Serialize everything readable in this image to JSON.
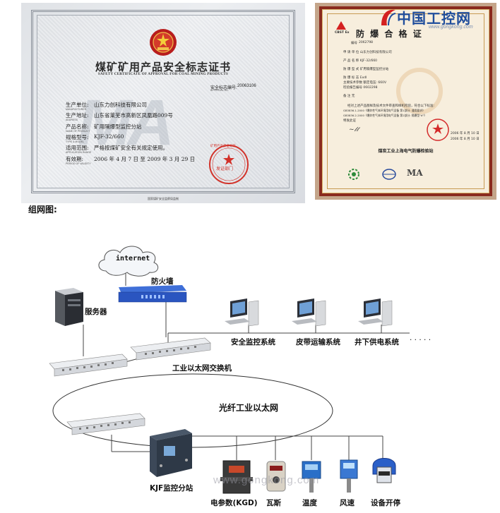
{
  "cert1": {
    "title": "煤矿矿用产品安全标志证书",
    "subtitle": "SAFETY CERTIFICATE OF APPROVAL FOR COAL MINING PRODUCTS",
    "number_label": "安全标志编号:",
    "number_label_en": "APPROVAL NO.",
    "number": "20063106",
    "manufacturer_label": "生产单位:",
    "manufacturer_label_en": "MANUFACTURER",
    "manufacturer": "山东力创科技有限公司",
    "address_label": "生产地址:",
    "address_label_en": "ADDRESS",
    "address": "山东省莱芜市高新区凤凰路009号",
    "product_label": "产品名称:",
    "product_label_en": "NAME OF PRODUCT",
    "product": "矿用隔爆型监控分站",
    "model_label": "规格型号:",
    "model_label_en": "TYPE & MODEL",
    "model": "KJF-32/660",
    "scope_label": "适用范围:",
    "scope_label_en": "APPLICATION RANGE",
    "scope": "严格按煤矿安全有关规定使用。",
    "validity_label": "有效期:",
    "validity_label_en": "PERIOD OF VALIDITY",
    "validity": "2006 年 4 月 7 日 至 2009 年 3 月 29 日",
    "seal_arc": "矿用产品安全标志",
    "seal_center": "发证部门",
    "footer": "国家煤矿安全监察局监制"
  },
  "cert2": {
    "badge": "CBST Ex",
    "title": "防 爆 合 格 证",
    "number_label": "编号",
    "number": "2062798",
    "lines": [
      "申 请 单 位    山东力创科技有限公司",
      "产 品 名 称    KJF-32/660",
      "防 爆 型 式    矿用隔爆型监控分站",
      "防 爆 标 志    ExdI",
      "主要技术参数    额定电压: 660V",
      "检验报告编号    0602298",
      "备        注    无"
    ],
    "body": [
      "经对上述产品图样及技术文件审查和样机检验，符合以下标准:",
      "GB3836.1-2000《爆炸性气体环境用电气设备 第1部分: 通用要求》",
      "GB3836.2-2000《爆炸性气体环境用电气设备 第2部分: 隔爆型\"d\"》",
      "特发此证"
    ],
    "date1": "2006 年 8 月 10 日",
    "date2": "2006 年 8 月 10 日",
    "signer": "煤炭工业上海电气防爆检验站"
  },
  "logo": {
    "text": "中国工控网",
    "url": "www.gongkong.com"
  },
  "diagram": {
    "heading": "组网图:",
    "internet": "internet",
    "firewall": "防火墙",
    "server": "服务器",
    "switch": "工业以太网交换机",
    "ring": "光纤工业以太网",
    "systems": [
      "安全监控系统",
      "皮带运输系统",
      "井下供电系统"
    ],
    "ellipsis": "· · · · ·",
    "substation": "KJF监控分站",
    "sensors": [
      "电参数(KGD)",
      "瓦斯",
      "温度",
      "风速",
      "设备开停"
    ],
    "watermark": "www.gongkong.com",
    "colors": {
      "accent_blue": "#2a5fc8",
      "cert_red": "#8a2a1e",
      "logo_red": "#d42020",
      "logo_blue": "#1f4d9c"
    }
  }
}
